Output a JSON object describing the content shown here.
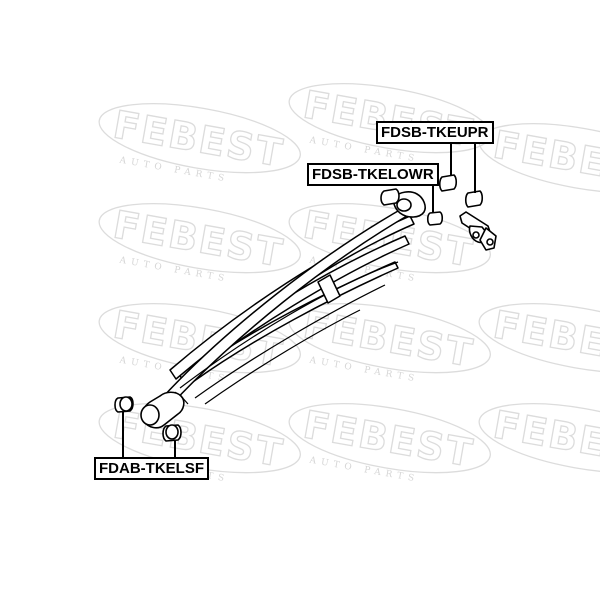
{
  "watermark": {
    "brand": "FEBEST",
    "tagline": "AUTO PARTS"
  },
  "callouts": {
    "upper_bushing": "FDSB-TKEUPR",
    "lower_bushing": "FDSB-TKELOWR",
    "front_bushing": "FDAB-TKELSF"
  }
}
